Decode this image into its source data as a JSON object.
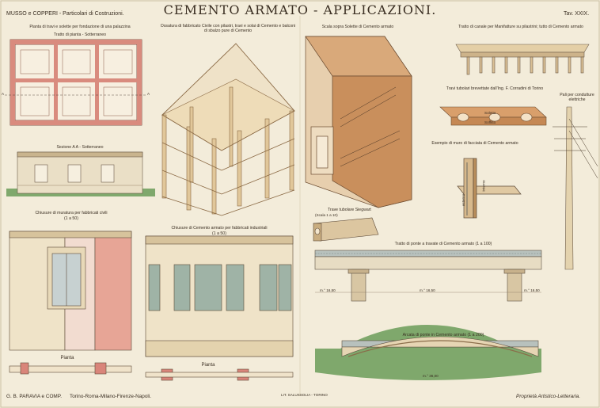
{
  "header": {
    "left": "MUSSO e COPPERI - Particolari di Costruzioni.",
    "title": "CEMENTO  ARMATO - APPLICAZIONI.",
    "plate": "Tav. XXIX."
  },
  "captions": {
    "pianta_travi": "Pianta di travi e solette per fondazione di una palazzina",
    "tratto_pianta": "Tratto di pianta - Sotterraneo",
    "sezione": "Sezione A A - Sotterraneo",
    "ossatura": "Ossatura di fabbricato Civile con pilastri, travi e solai di Cemento e balconi di sbalzo pure di Cemento",
    "scala": "Scala sopra Solette di Cemento armato",
    "canale": "Tratto di canale per Manifatture su pilastrini; tutto di Cemento armato",
    "travi_tubolari": "Travi tubolari brevettate dall'Ing. F. Corradini di Torino",
    "soletta": "Soletta",
    "soffitto": "Soffitto",
    "pali": "Pali per condutture elettriche",
    "muro_facciata": "Esempio di muro di facciata di Cemento armato",
    "esterno": "esterno",
    "interno": "interno",
    "siegwart": "Trave tubolare Siegwart",
    "siegwart_scale": "(Scala 1 a 10)",
    "chiusure_civili": "Chiusure di muratura per fabbricati civili",
    "scale_civili": "(1 a 50)",
    "chiusure_industriali": "Chiusure di Cemento armato per fabbricati industriali",
    "scale_industriali": "(1 a 50)",
    "ponte_travate": "Tratto di ponte a travate di Cemento armato (1 a 100)",
    "arcata": "Arcata di ponte in Cemento armato (1 a 200)",
    "pianta_left": "Pianta",
    "pianta_center": "Pianta",
    "dim_1": "m.° 16,50",
    "dim_2": "m.° 16,50",
    "dim_3": "m.° 16,50",
    "dim_arch": "m.° 36,00",
    "label_a_left": "A",
    "label_a_right": "A"
  },
  "footer": {
    "publisher": "G. B. PARAVIA e COMP.",
    "cities": "Torino-Roma-Milano-Firenze-Napoli.",
    "printer": "LIT. SALUSSOLIA - TORINO",
    "rights": "Proprietà Artistico-Letteraria."
  },
  "colors": {
    "paper": "#f3ecda",
    "ink": "#3a2e22",
    "brick": "#d98b7e",
    "stone": "#e6d5b3",
    "wood": "#c98f5c",
    "steel": "#a9b8bf"
  }
}
